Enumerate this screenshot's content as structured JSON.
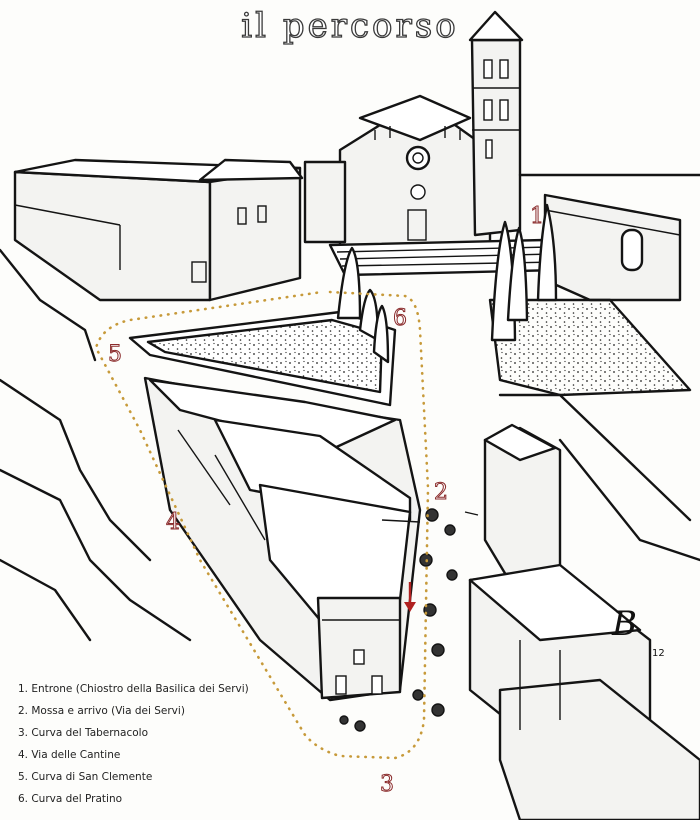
{
  "title": "il percorso",
  "route_markers": [
    "1",
    "2",
    "3",
    "4",
    "5",
    "6"
  ],
  "legend": [
    "1. Entrone (Chiostro della Basilica dei Servi)",
    "2. Mossa e arrivo (Via dei Servi)",
    "3. Curva del Tabernacolo",
    "4. Via delle Cantine",
    "5. Curva di San Clemente",
    "6. Curva del Pratino"
  ],
  "signature": "B",
  "signature_year": "12",
  "colors": {
    "route_dots": "#c79a3a",
    "markers": "#8a2b2b",
    "ink": "#141414",
    "arrow": "#b02020"
  }
}
